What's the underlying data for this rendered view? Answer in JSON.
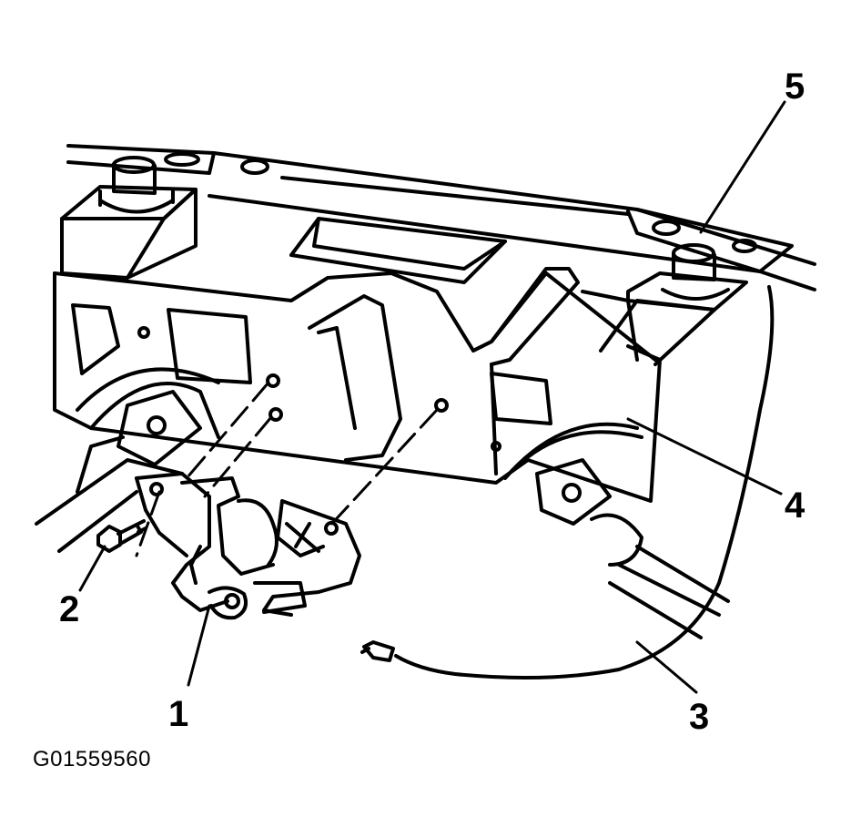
{
  "figure_id": "G01559560",
  "callouts": {
    "c1": "1",
    "c2": "2",
    "c3": "3",
    "c4": "4",
    "c5": "5"
  }
}
